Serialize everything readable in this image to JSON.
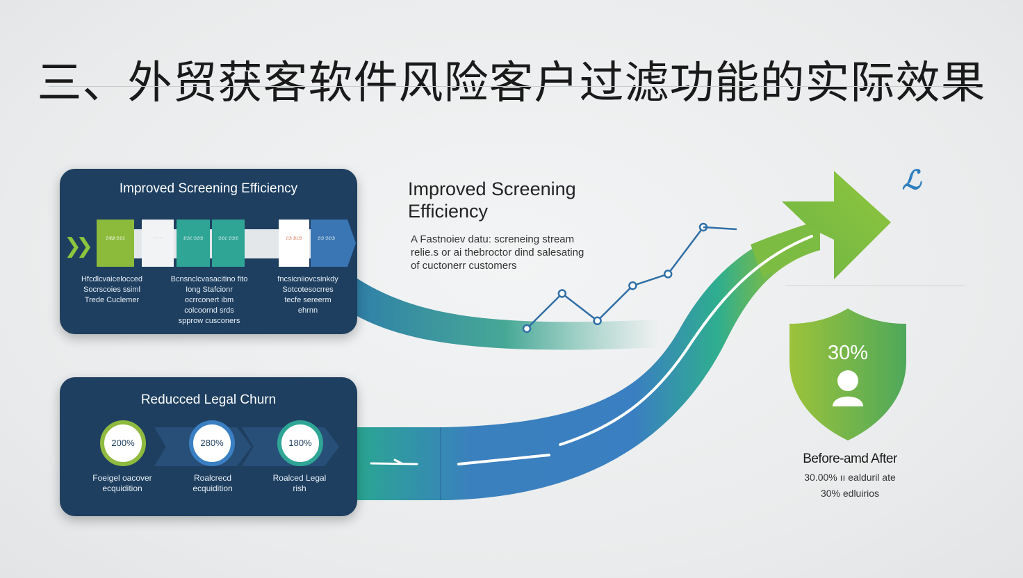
{
  "title": "三、外贸获客软件风险客户过滤功能的实际效果",
  "card1": {
    "title": "Improved Screening Efficiency",
    "tiles": [
      {
        "text": "ℬ𝒞𝒬 ℬℬℰ",
        "color": "#8cbb3c"
      },
      {
        "text": "··· ···",
        "color": "#f2f3f4"
      },
      {
        "text": "ℬℬℰ ℬℬℬ",
        "color": "#2fa596"
      },
      {
        "text": "ℬℬℰ ℬℬℬ",
        "color": "#2fa596"
      },
      {
        "text": "ℰℬ ℬℰℬ",
        "color": "#ffffff"
      },
      {
        "text": "ℬℬ ℬℬℬ",
        "color": "#3a76b4"
      }
    ],
    "captions": [
      {
        "lines": [
          "Hfcdlcvaicelocced",
          "Socrscoies ssiml",
          "Trede Cuclemer"
        ]
      },
      {
        "lines": [
          "Bcnsnclcvasacitino fito",
          "Iong Stafcionr",
          "ocrrconert ibm",
          "colcoornd srds",
          "spprow cusconers"
        ]
      },
      {
        "lines": [
          "fncsicniiovcsinkdy",
          "Sotcotesocrres",
          "tecfe sereerm",
          "ehrnn"
        ]
      }
    ]
  },
  "card2": {
    "title": "Reducced Legal Churn",
    "circles": [
      {
        "value": "200%",
        "ring": "#8fba3f"
      },
      {
        "value": "280%",
        "ring": "#3a7fc1"
      },
      {
        "value": "180%",
        "ring": "#2fa596"
      }
    ],
    "captions": [
      {
        "lines": [
          "Foeigel oacover",
          "ecquidition"
        ]
      },
      {
        "lines": [
          "Roalcrecd",
          "ecquidition"
        ]
      },
      {
        "lines": [
          "Roalced Legal",
          "rish"
        ]
      }
    ]
  },
  "middle": {
    "heading_line1": "Improved Screening",
    "heading_line2": "Efficiency",
    "desc_line1": "A Fastnoiev datu: screneing stream",
    "desc_line2": "relie.s or ai thebroctor dind salesating",
    "desc_line3": "of cuctonerr customers"
  },
  "right": {
    "corner_glyph": "ℒ",
    "shield_value": "30%",
    "before_after_title": "Before-amd After",
    "line1": "30.00% ıı ealduril ate",
    "line2": "30% edluirios"
  },
  "colors": {
    "navy": "#1e3f60",
    "green": "#8cc63e",
    "teal": "#2fa596",
    "blue": "#3a7fc1"
  },
  "chart_data": {
    "type": "line",
    "x": [
      1,
      2,
      3,
      4,
      5,
      6
    ],
    "values": [
      10,
      28,
      14,
      32,
      38,
      62
    ],
    "title": "",
    "xlabel": "",
    "ylabel": ""
  }
}
